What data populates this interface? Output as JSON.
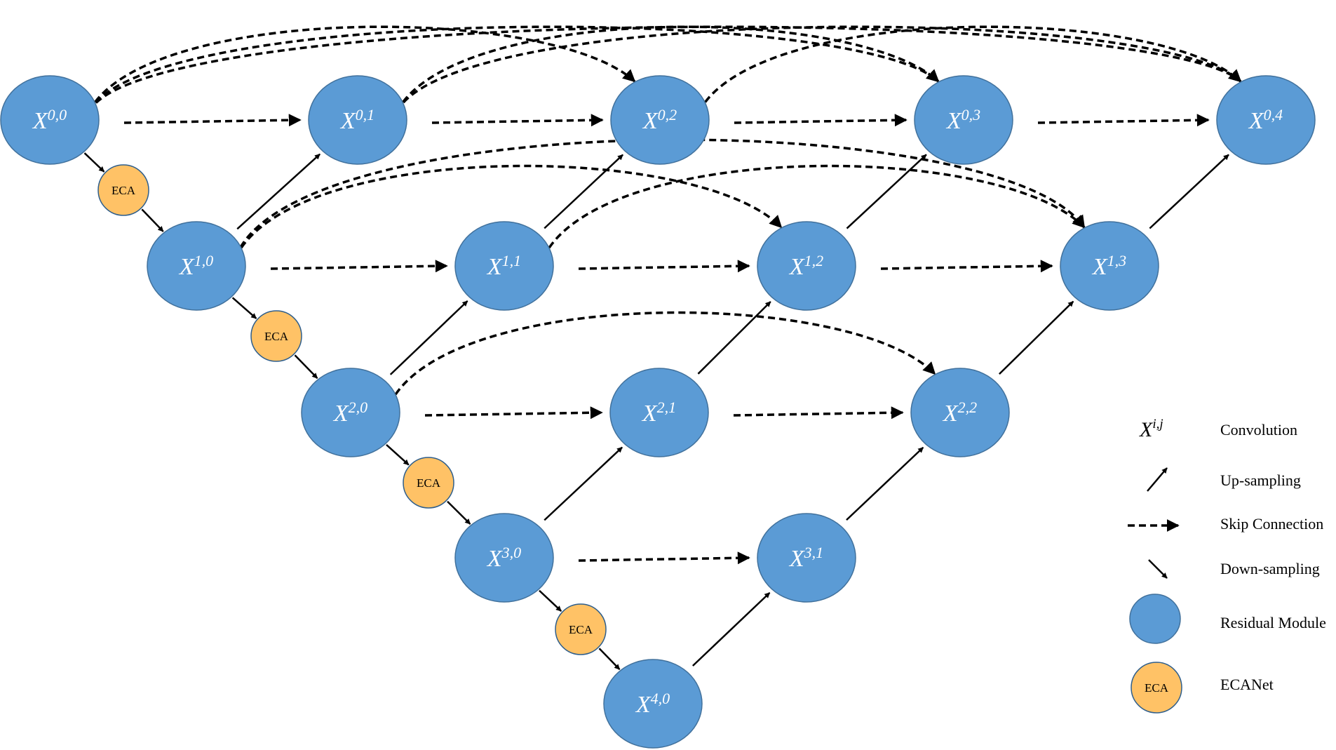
{
  "colors": {
    "residual": "#5b9bd5",
    "residual_stroke": "#41719c",
    "eca": "#ffc266",
    "eca_stroke": "#2e5e8c",
    "line": "#000000"
  },
  "nodes": [
    {
      "id": "x00",
      "base": "X",
      "sup": "0,0"
    },
    {
      "id": "x01",
      "base": "X",
      "sup": "0,1"
    },
    {
      "id": "x02",
      "base": "X",
      "sup": "0,2"
    },
    {
      "id": "x03",
      "base": "X",
      "sup": "0,3"
    },
    {
      "id": "x04",
      "base": "X",
      "sup": "0,4"
    },
    {
      "id": "x10",
      "base": "X",
      "sup": "1,0"
    },
    {
      "id": "x11",
      "base": "X",
      "sup": "1,1"
    },
    {
      "id": "x12",
      "base": "X",
      "sup": "1,2"
    },
    {
      "id": "x13",
      "base": "X",
      "sup": "1,3"
    },
    {
      "id": "x20",
      "base": "X",
      "sup": "2,0"
    },
    {
      "id": "x21",
      "base": "X",
      "sup": "2,1"
    },
    {
      "id": "x22",
      "base": "X",
      "sup": "2,2"
    },
    {
      "id": "x30",
      "base": "X",
      "sup": "3,0"
    },
    {
      "id": "x31",
      "base": "X",
      "sup": "3,1"
    },
    {
      "id": "x40",
      "base": "X",
      "sup": "4,0"
    }
  ],
  "eca_nodes": [
    {
      "id": "eca1",
      "label": "ECA"
    },
    {
      "id": "eca2",
      "label": "ECA"
    },
    {
      "id": "eca3",
      "label": "ECA"
    },
    {
      "id": "eca4",
      "label": "ECA"
    }
  ],
  "edges": {
    "down_sampling": [
      [
        "x00",
        "eca1"
      ],
      [
        "eca1",
        "x10"
      ],
      [
        "x10",
        "eca2"
      ],
      [
        "eca2",
        "x20"
      ],
      [
        "x20",
        "eca3"
      ],
      [
        "eca3",
        "x30"
      ],
      [
        "x30",
        "eca4"
      ],
      [
        "eca4",
        "x40"
      ]
    ],
    "up_sampling": [
      [
        "x10",
        "x01"
      ],
      [
        "x11",
        "x02"
      ],
      [
        "x12",
        "x03"
      ],
      [
        "x13",
        "x04"
      ],
      [
        "x20",
        "x11"
      ],
      [
        "x21",
        "x12"
      ],
      [
        "x22",
        "x13"
      ],
      [
        "x30",
        "x21"
      ],
      [
        "x31",
        "x22"
      ],
      [
        "x40",
        "x31"
      ]
    ],
    "skip_connection": [
      [
        "x00",
        "x01"
      ],
      [
        "x01",
        "x02"
      ],
      [
        "x02",
        "x03"
      ],
      [
        "x03",
        "x04"
      ],
      [
        "x10",
        "x11"
      ],
      [
        "x11",
        "x12"
      ],
      [
        "x12",
        "x13"
      ],
      [
        "x20",
        "x21"
      ],
      [
        "x21",
        "x22"
      ],
      [
        "x30",
        "x31"
      ],
      [
        "x00",
        "x02"
      ],
      [
        "x00",
        "x03"
      ],
      [
        "x00",
        "x04"
      ],
      [
        "x01",
        "x03"
      ],
      [
        "x01",
        "x04"
      ],
      [
        "x02",
        "x04"
      ],
      [
        "x10",
        "x12"
      ],
      [
        "x10",
        "x13"
      ],
      [
        "x11",
        "x13"
      ],
      [
        "x20",
        "x22"
      ]
    ]
  },
  "legend": {
    "convolution": {
      "symbol_base": "X",
      "symbol_sup": "i,j",
      "label": "Convolution"
    },
    "up_sampling": {
      "label": "Up-sampling"
    },
    "skip_connection": {
      "label": "Skip Connection"
    },
    "down_sampling": {
      "label": "Down-sampling"
    },
    "residual_module": {
      "label": "Residual Module"
    },
    "ecanet": {
      "symbol_label": "ECA",
      "label": "ECANet"
    }
  }
}
